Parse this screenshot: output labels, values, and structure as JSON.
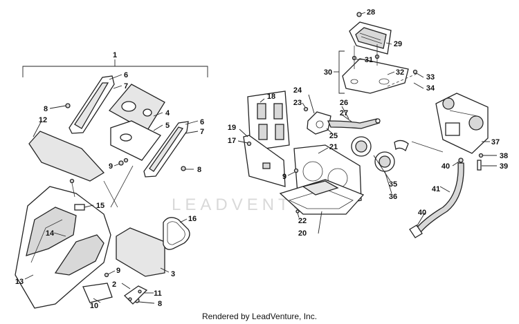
{
  "watermark": "LEADVENTURE",
  "footer": "Rendered by LeadVenture, Inc.",
  "callouts": [
    "1",
    "2",
    "3",
    "4",
    "5",
    "6",
    "6",
    "7",
    "7",
    "8",
    "8",
    "8",
    "9",
    "9",
    "9",
    "9",
    "10",
    "11",
    "12",
    "13",
    "14",
    "15",
    "16",
    "17",
    "18",
    "19",
    "20",
    "21",
    "22",
    "23",
    "24",
    "25",
    "26",
    "27",
    "28",
    "29",
    "30",
    "31",
    "32",
    "33",
    "34",
    "35",
    "36",
    "37",
    "38",
    "39",
    "40",
    "40",
    "41"
  ]
}
